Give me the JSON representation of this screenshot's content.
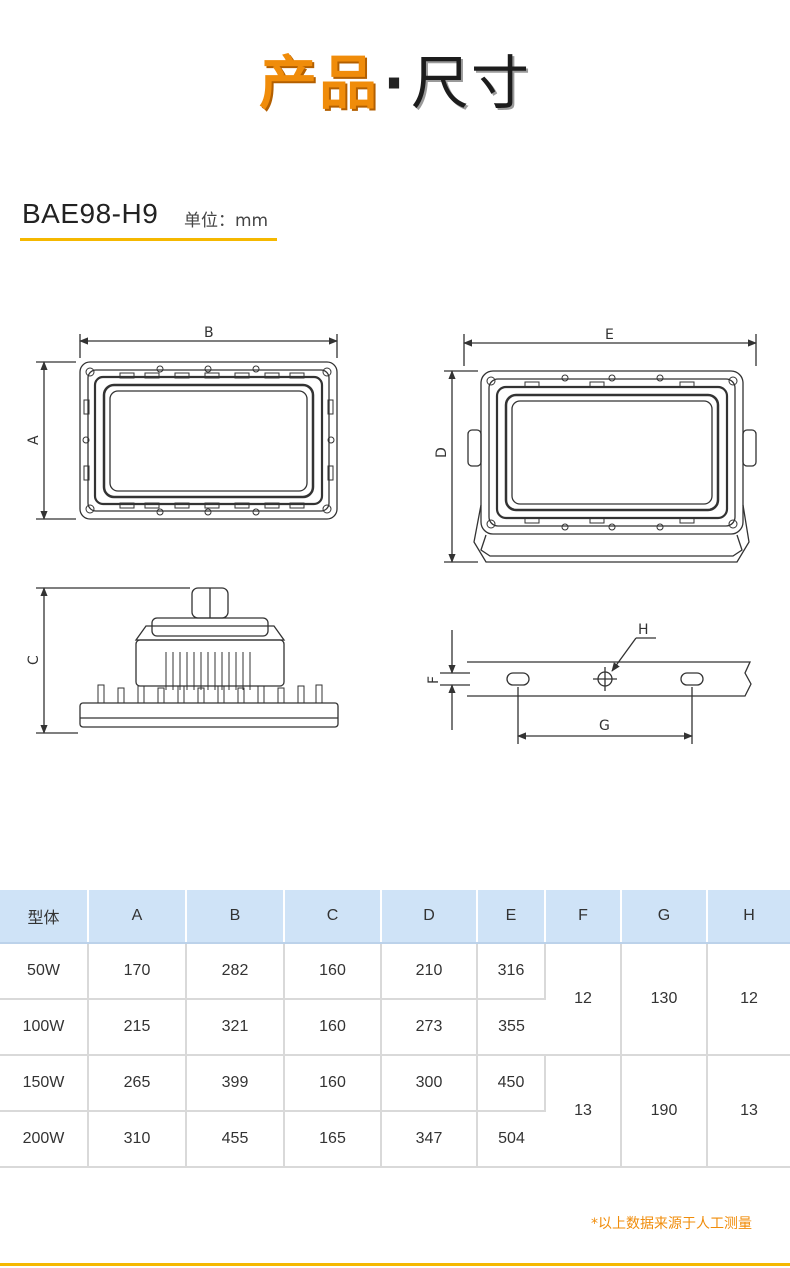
{
  "header": {
    "title_accent": "产品",
    "title_dot": "·",
    "title_rest": "尺寸"
  },
  "model": {
    "name": "BAE98-H9",
    "unit": "单位：mm"
  },
  "drawing_labels": {
    "a": "A",
    "b": "B",
    "c": "C",
    "d": "D",
    "e": "E",
    "f": "F",
    "g": "G",
    "h": "H"
  },
  "table": {
    "headers": [
      "型体",
      "A",
      "B",
      "C",
      "D",
      "E",
      "F",
      "G",
      "H"
    ],
    "rows": [
      [
        "50W",
        "170",
        "282",
        "160",
        "210",
        "316"
      ],
      [
        "100W",
        "215",
        "321",
        "160",
        "273",
        "355"
      ],
      [
        "150W",
        "265",
        "399",
        "160",
        "300",
        "450"
      ],
      [
        "200W",
        "310",
        "455",
        "165",
        "347",
        "504"
      ]
    ],
    "merged": [
      [
        "12",
        "130",
        "12"
      ],
      [
        "13",
        "190",
        "13"
      ]
    ]
  },
  "footer": {
    "note": "*以上数据来源于人工测量"
  },
  "colors": {
    "accent": "#f08c0a",
    "underline": "#f5b800",
    "header_bg": "#cfe3f7"
  }
}
